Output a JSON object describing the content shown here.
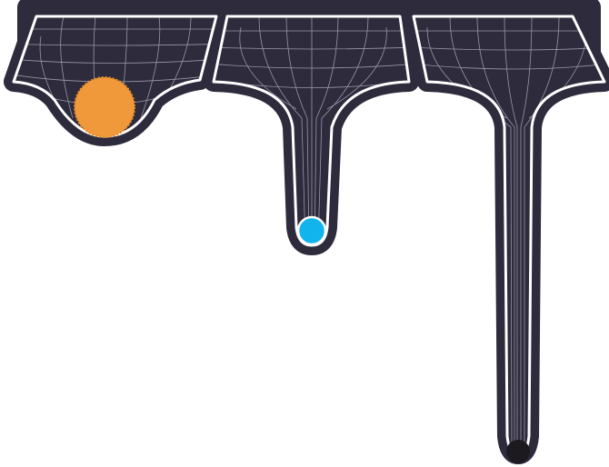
{
  "diagram": {
    "panels": [
      {
        "name": "star-well",
        "object_icon": "star-ball-icon",
        "object_color": "#f0993a"
      },
      {
        "name": "neutron-star-well",
        "object_icon": "neutron-star-ball-icon",
        "object_color": "#12b4ee"
      },
      {
        "name": "black-hole-well",
        "object_icon": "black-hole-ball-icon",
        "object_color": "#1c1a1e"
      }
    ],
    "colors": {
      "background_shape": "#2d2b3c",
      "outline": "#ffffff",
      "grid": "#9a98a8"
    }
  }
}
